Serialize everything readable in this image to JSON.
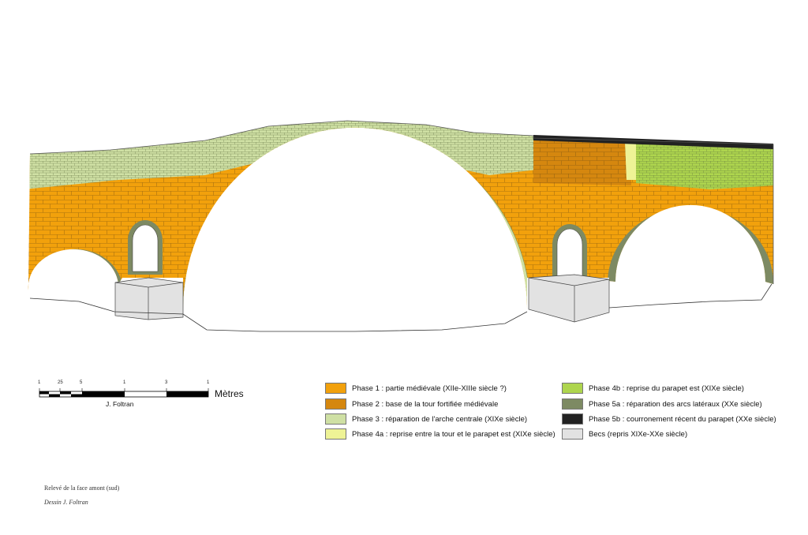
{
  "colors": {
    "phase1": "#f2a10c",
    "phase2": "#d5870f",
    "phase3": "#cfe0a4",
    "phase4a": "#eef396",
    "phase4b": "#aed54e",
    "phase5a": "#7d8a63",
    "phase5b": "#222222",
    "becs": "#e2e2e2"
  },
  "legend": {
    "col1": [
      {
        "color": "#f2a10c",
        "label": "Phase 1 : partie médiévale (XIIe-XIIIe siècle ?)"
      },
      {
        "color": "#d5870f",
        "label": "Phase 2 : base de la tour fortifiée médiévale"
      },
      {
        "color": "#cfe0a4",
        "label": "Phase 3 : réparation de l'arche centrale (XIXe siècle)"
      },
      {
        "color": "#eef396",
        "label": "Phase 4a : reprise entre la tour et le parapet est (XIXe siècle)"
      }
    ],
    "col2": [
      {
        "color": "#aed54e",
        "label": "Phase 4b : reprise du parapet est (XIXe siècle)"
      },
      {
        "color": "#7d8a63",
        "label": "Phase 5a : réparation des arcs latéraux (XXe siècle)"
      },
      {
        "color": "#222222",
        "label": "Phase 5b : courronement récent du parapet (XXe siècle)"
      },
      {
        "color": "#e2e2e2",
        "label": "Becs (repris XIXe-XXe siècle)"
      }
    ]
  },
  "scale": {
    "units": "Mètres",
    "author": "J. Foltran",
    "ticks": [
      "1",
      "25",
      "5",
      "1",
      "3",
      "1"
    ]
  },
  "captions": {
    "survey": "Relevé de la face amont (sud)",
    "drawn_by": "Dessin J. Foltran"
  }
}
